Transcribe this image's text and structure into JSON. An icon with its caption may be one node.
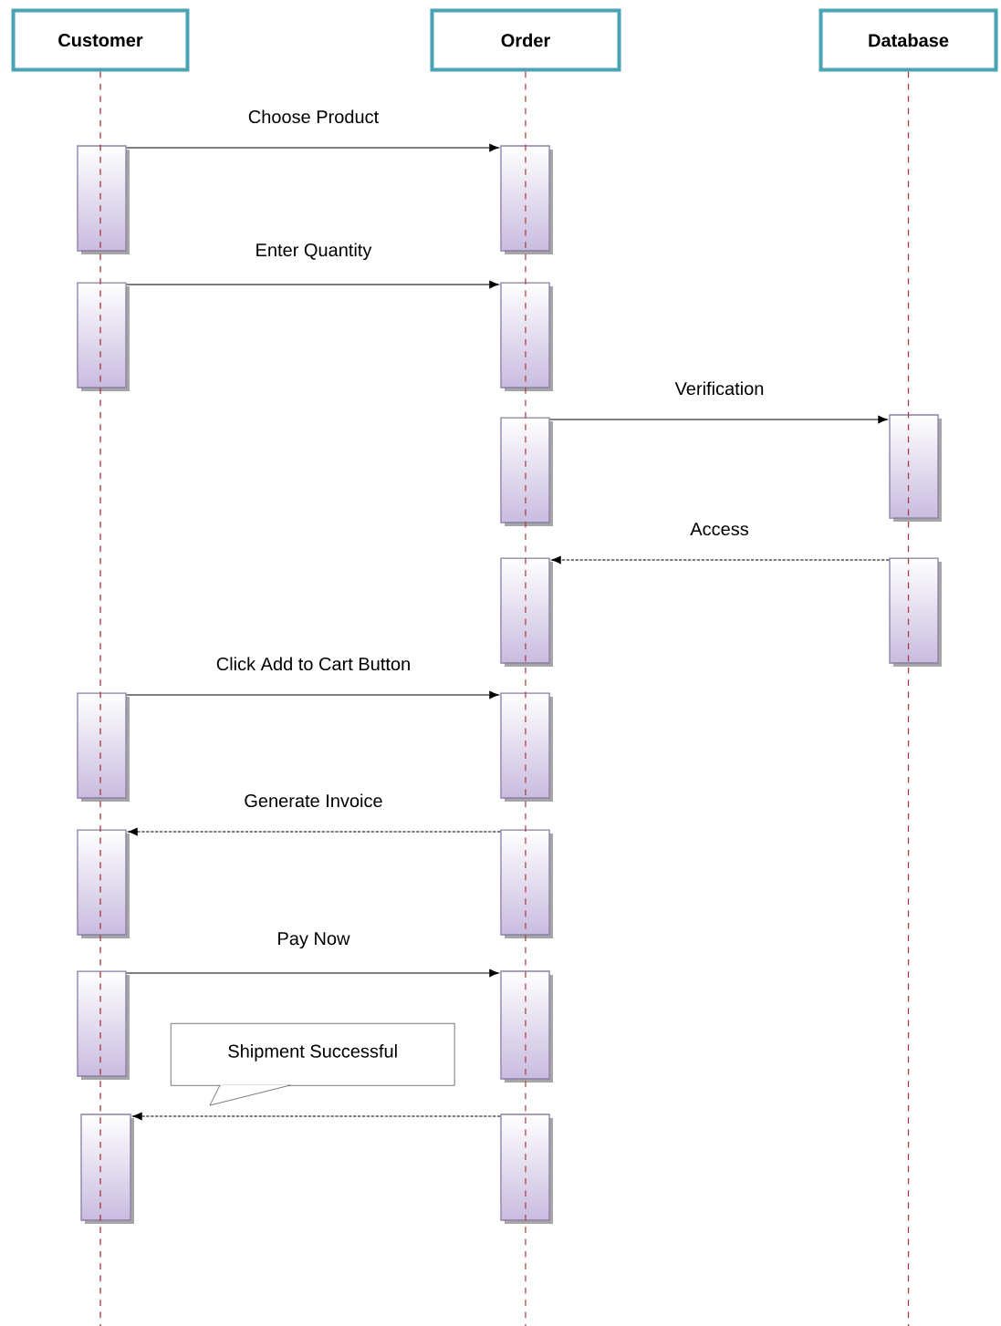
{
  "diagram": {
    "nodes": [
      {
        "text": [
          "Customer"
        ]
      },
      {
        "text": [
          "Order"
        ]
      },
      {
        "text": [
          "Database"
        ]
      },
      {
        "text": [],
        "shape": "bar"
      },
      {
        "text": [],
        "shape": "bar"
      },
      {
        "text": [],
        "shape": "bar"
      },
      {
        "text": [],
        "shape": "bar"
      },
      {
        "text": [],
        "shape": "bar"
      },
      {
        "text": [],
        "shape": "bar"
      },
      {
        "text": [],
        "shape": "bar"
      },
      {
        "text": [],
        "shape": "bar"
      },
      {
        "text": [],
        "shape": "bar"
      },
      {
        "text": [],
        "shape": "bar"
      },
      {
        "text": [],
        "shape": "bar"
      },
      {
        "text": [],
        "shape": "bar"
      },
      {
        "text": [],
        "shape": "bar"
      },
      {
        "text": [],
        "shape": "bar"
      },
      {
        "text": [
          "Shipment Successful"
        ]
      },
      {
        "text": [],
        "shape": "bar"
      },
      {
        "text": [],
        "shape": "bar"
      }
    ],
    "edges": [
      {
        "from": 0,
        "to": null,
        "arrow": "none",
        "style": "dashed",
        "color": "#a83a3a"
      },
      {
        "from": 1,
        "to": null,
        "arrow": "none",
        "style": "dashed",
        "color": "#a83a3a"
      },
      {
        "from": 2,
        "to": null,
        "arrow": "none",
        "style": "dashed",
        "color": "#a83a3a"
      },
      {
        "from": 3,
        "to": 4,
        "arrow": "to",
        "label": "Choose Product"
      },
      {
        "from": 5,
        "to": 6,
        "arrow": "to",
        "label": "Enter Quantity"
      },
      {
        "from": 7,
        "to": 8,
        "arrow": "to",
        "label": "Verification"
      },
      {
        "from": 10,
        "to": 9,
        "arrow": "to",
        "label": "Access",
        "style": "dashed"
      },
      {
        "from": 11,
        "to": 12,
        "arrow": "to",
        "label": "Click Add to Cart Button"
      },
      {
        "from": 14,
        "to": 13,
        "arrow": "to",
        "label": "Generate Invoice",
        "style": "dashed"
      },
      {
        "from": 15,
        "to": 16,
        "arrow": "to",
        "label": "Pay Now"
      },
      {
        "from": 19,
        "to": 18,
        "arrow": "to",
        "style": "dashed"
      }
    ]
  }
}
